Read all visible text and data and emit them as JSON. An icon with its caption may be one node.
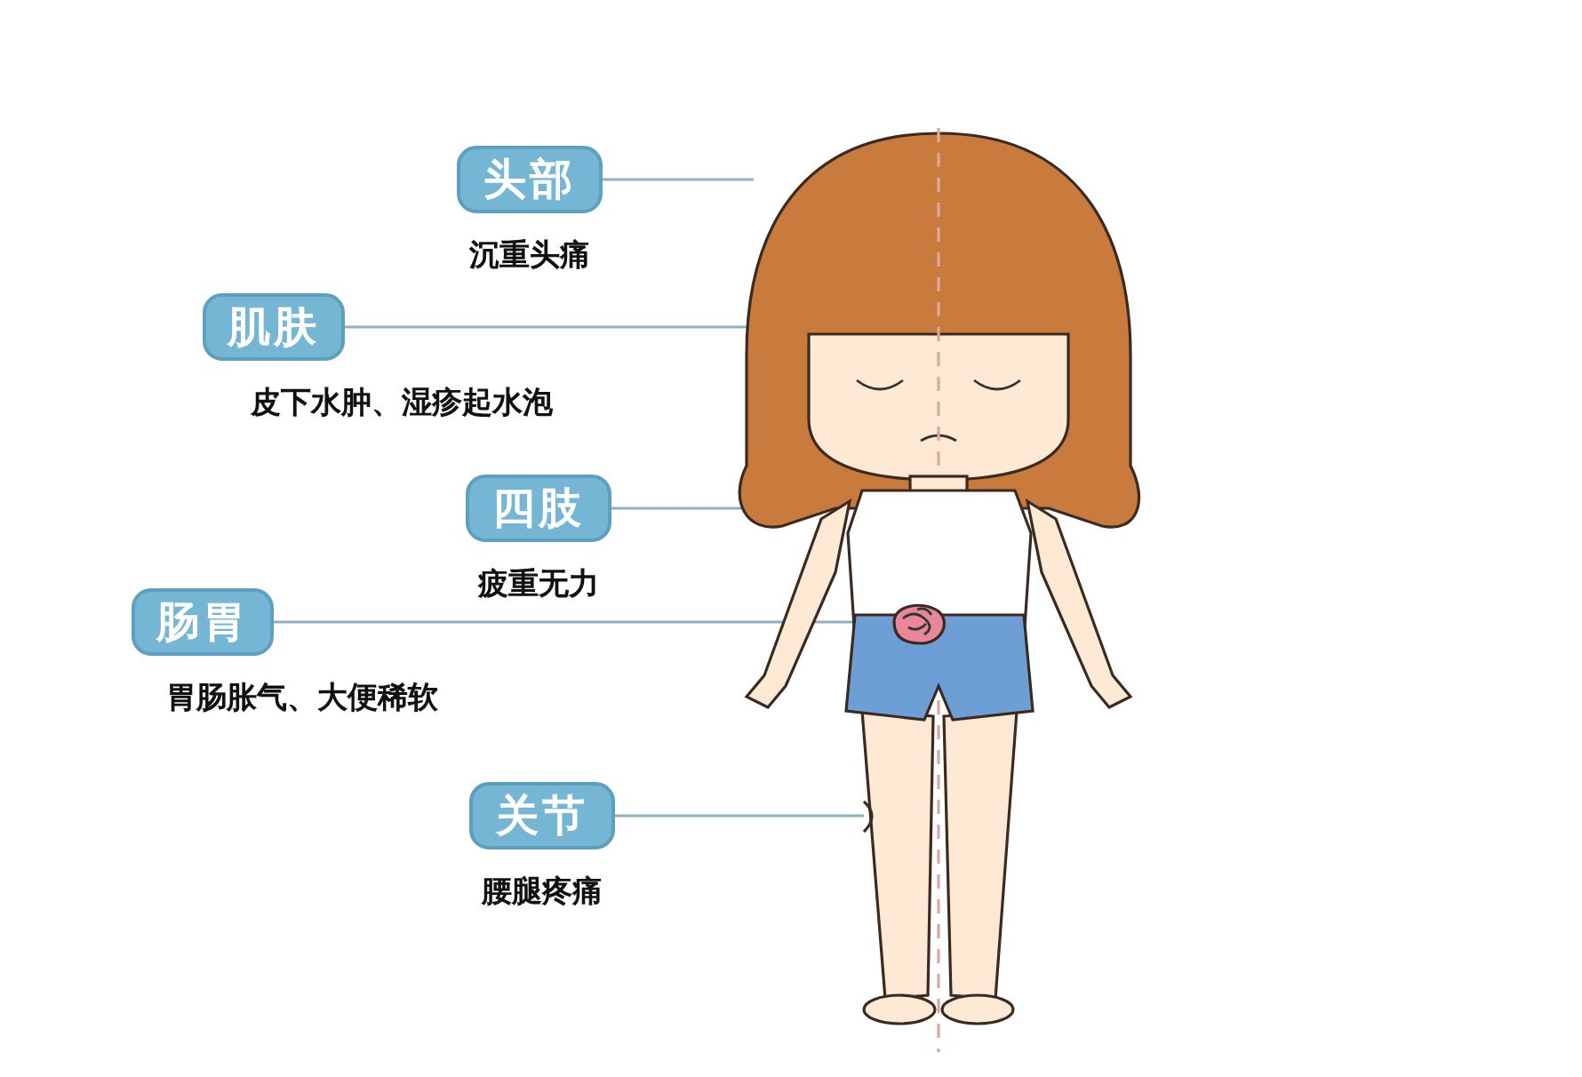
{
  "diagram": {
    "nodes": [
      {
        "text": [
          "头部"
        ],
        "beside": [
          "沉重头痛"
        ]
      },
      {
        "text": [],
        "shape": "picture"
      },
      {
        "text": [
          "肌肤"
        ],
        "beside": [
          "皮下水肿、湿疹起水泡"
        ]
      },
      {
        "text": [],
        "shape": "picture",
        "in": 1
      },
      {
        "text": [
          "四肢"
        ],
        "beside": [
          "疲重无力"
        ]
      },
      {
        "text": [],
        "shape": "picture"
      },
      {
        "text": [
          "肠胃"
        ],
        "beside": [
          "胃肠胀气、大便稀软"
        ]
      },
      {
        "text": [],
        "shape": "picture"
      },
      {
        "text": [
          "关节"
        ],
        "beside": [
          "腰腿疼痛"
        ]
      },
      {
        "text": [],
        "shape": "picture"
      }
    ],
    "edges": [
      {
        "from": 0,
        "to": 1,
        "arrow": "none"
      },
      {
        "from": 2,
        "to": 3,
        "arrow": "none"
      },
      {
        "from": 4,
        "to": 5,
        "arrow": "none"
      },
      {
        "from": 6,
        "to": 7,
        "arrow": "none"
      },
      {
        "from": 8,
        "to": 9,
        "arrow": "none"
      }
    ]
  }
}
